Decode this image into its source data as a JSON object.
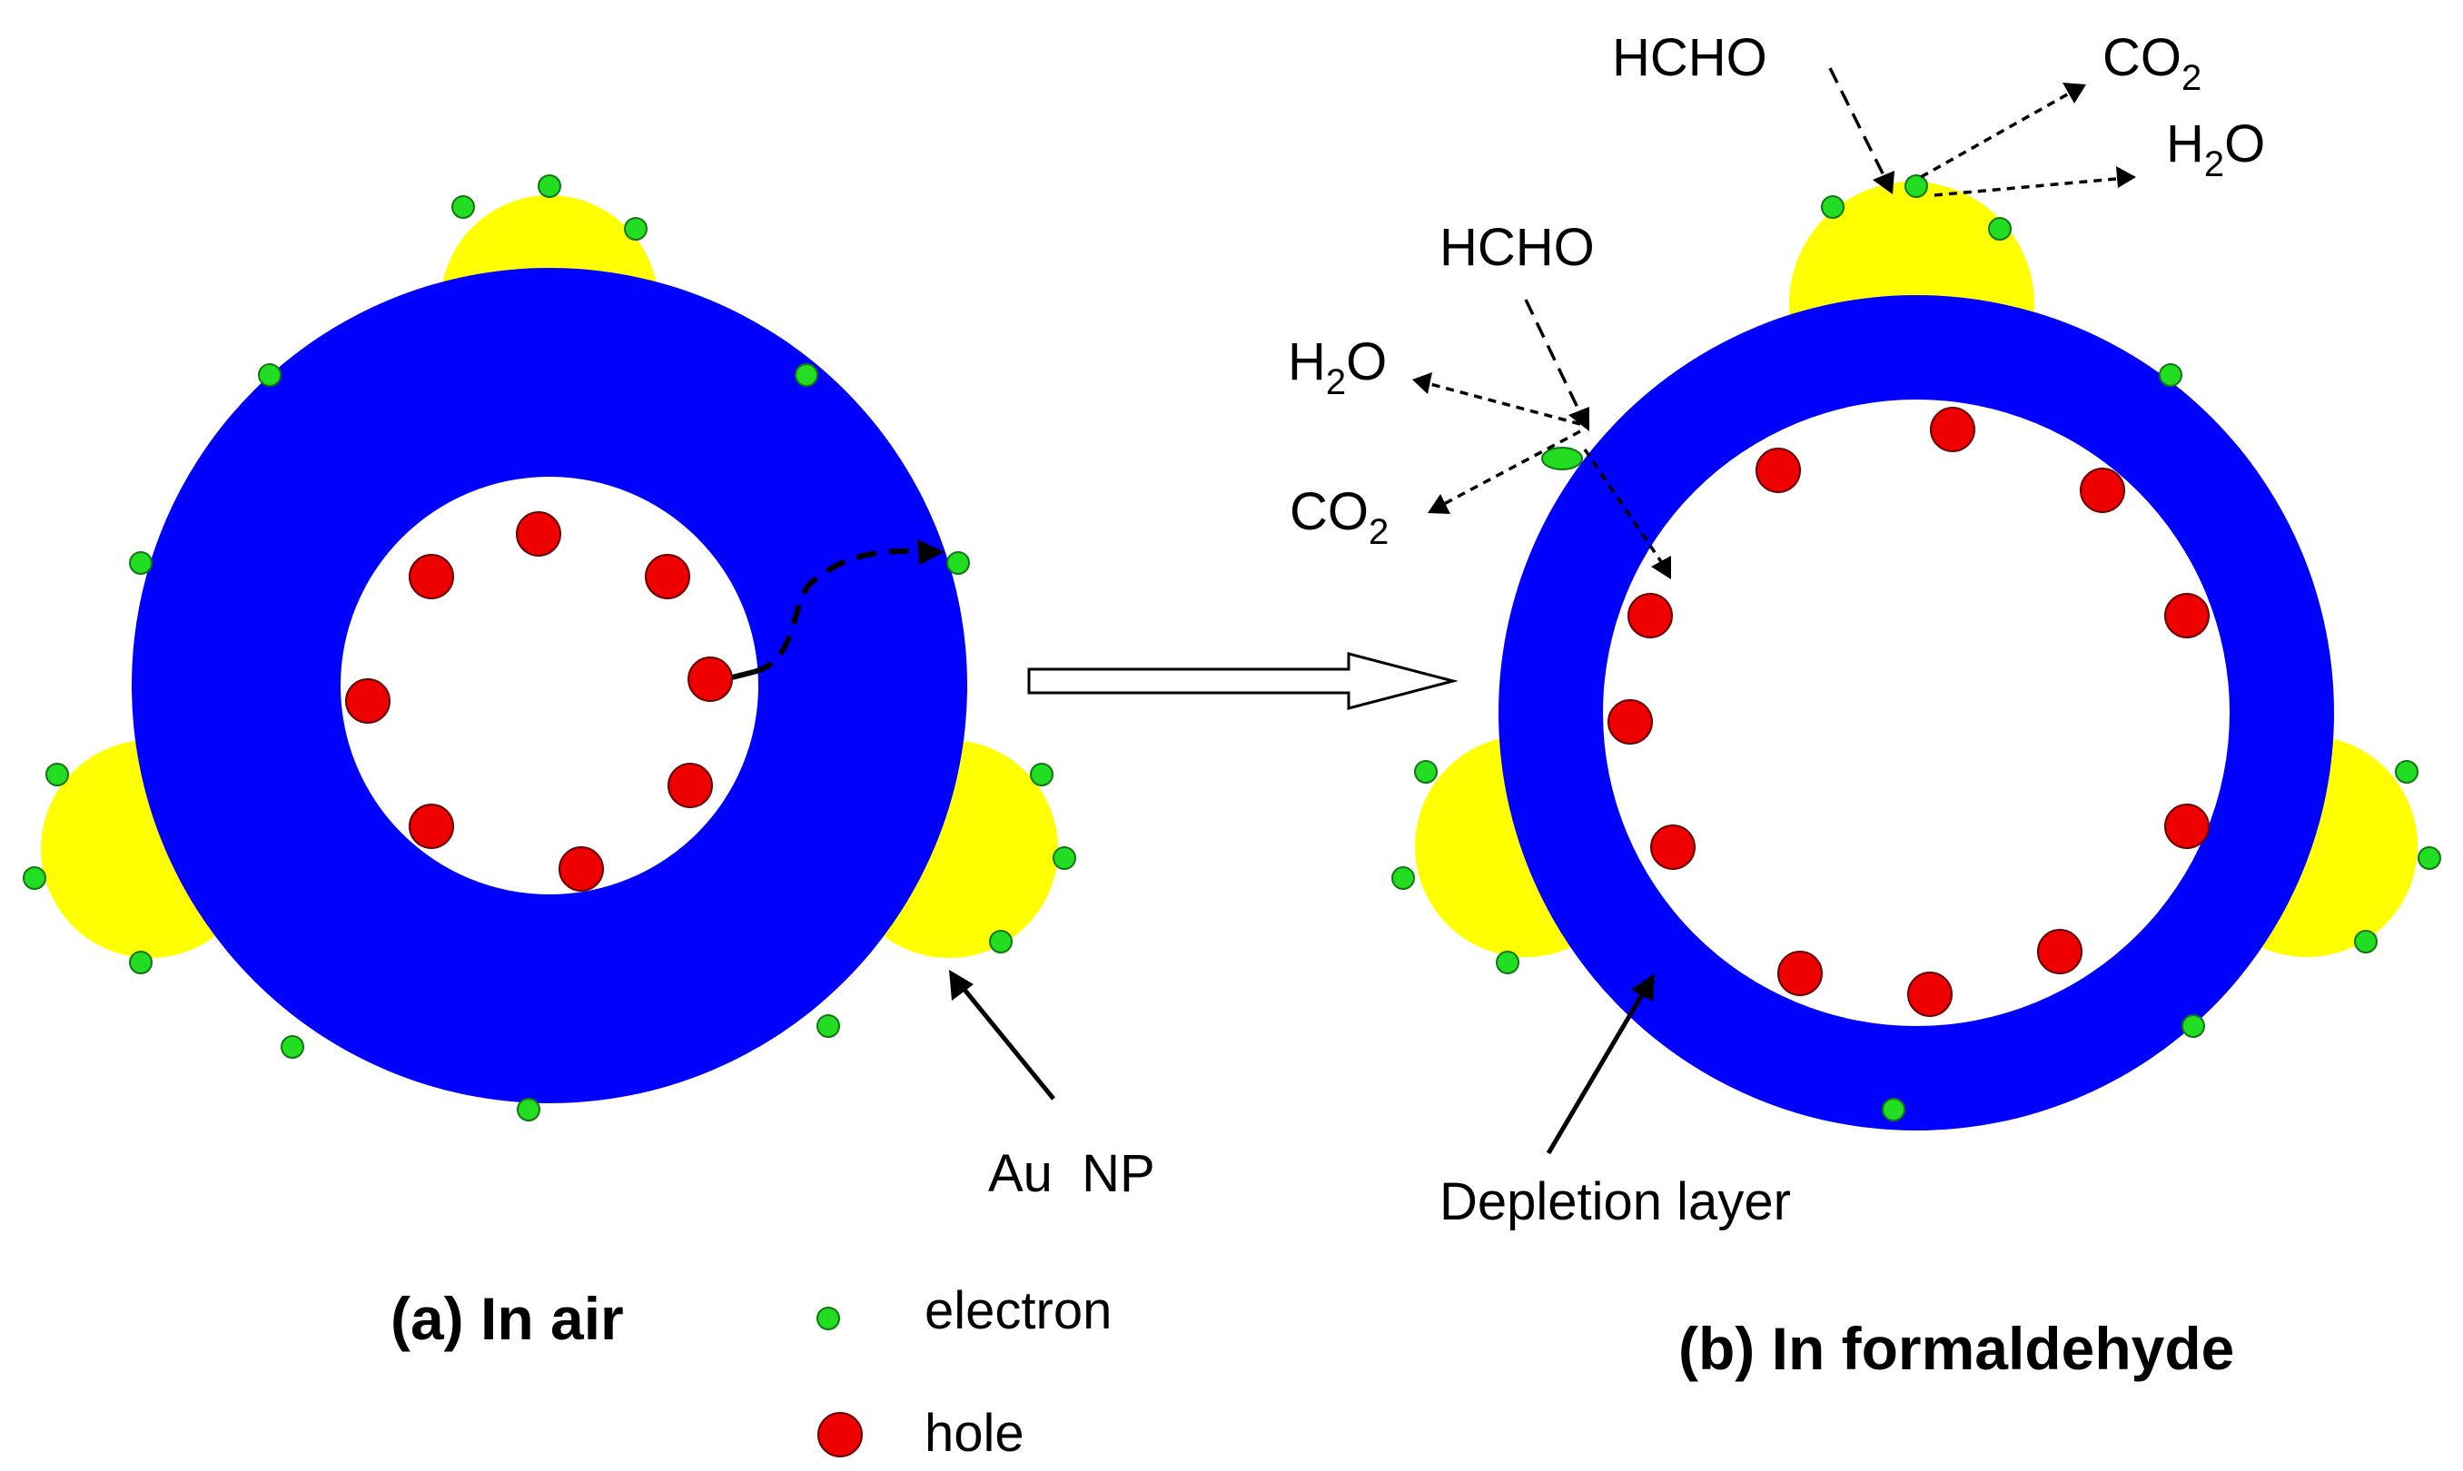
{
  "colors": {
    "metal_oxide": "#0000ff",
    "au_np": "#ffff00",
    "electron": "#22dd22",
    "hole": "#ee0000",
    "adsorbate": "#22dd22",
    "background": "#ffffff"
  },
  "panel_a": {
    "caption": "(a) In air"
  },
  "panel_b": {
    "caption": "(b) In formaldehyde"
  },
  "labels": {
    "au_np": "Au  NP",
    "depletion_layer": "Depletion layer",
    "hcho_top": "HCHO",
    "hcho_left": "HCHO",
    "co2_top": {
      "base": "CO",
      "sub": "2"
    },
    "h2o_top": {
      "base": "H",
      "sub": "2",
      "tail": "O"
    },
    "h2o_left": {
      "base": "H",
      "sub": "2",
      "tail": "O"
    },
    "co2_left": {
      "base": "CO",
      "sub": "2"
    }
  },
  "legend": {
    "electron": "electron",
    "hole": "hole"
  },
  "icons": {
    "transition": "hollow-arrow-right-icon",
    "electron": "green-dot-icon",
    "hole": "red-dot-icon"
  }
}
